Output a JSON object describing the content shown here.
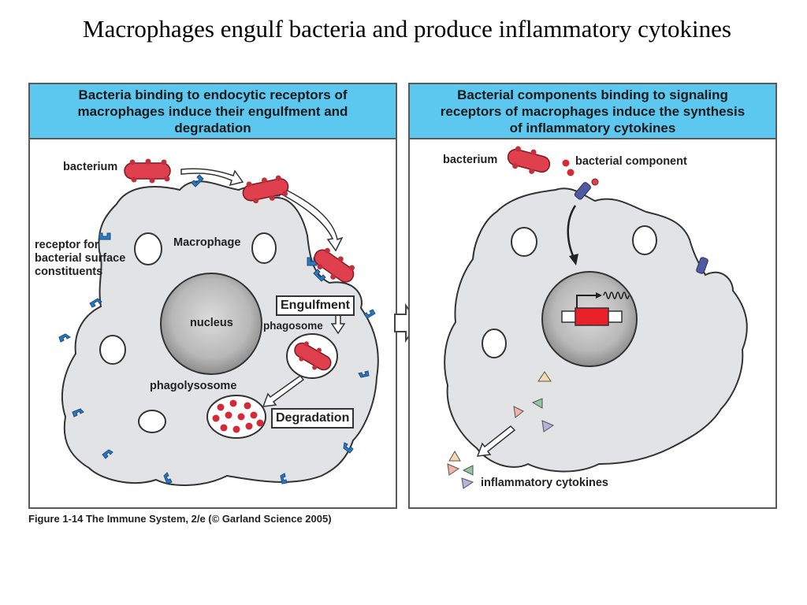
{
  "slide_title": "Macrophages engulf bacteria and produce inflammatory cytokines",
  "left_panel": {
    "header": "Bacteria binding to endocytic receptors of macrophages induce their engulfment and degradation",
    "labels": {
      "bacterium": "bacterium",
      "receptor": "receptor for bacterial surface constituents",
      "macrophage": "Macrophage",
      "nucleus": "nucleus",
      "engulfment": "Engulfment",
      "phagosome": "phagosome",
      "phagolysosome": "phagolysosome",
      "degradation": "Degradation"
    }
  },
  "right_panel": {
    "header": "Bacterial components binding to signaling receptors of macrophages induce the synthesis of inflammatory cytokines",
    "labels": {
      "bacterium": "bacterium",
      "bacterial_component": "bacterial component",
      "inflammatory_cytokines": "inflammatory cytokines"
    }
  },
  "colors": {
    "header_bg": "#5cc8f0",
    "cell_fill": "#e2e3e5",
    "bacterium": "#e0404e",
    "receptor": "#2e78c0",
    "signal_receptor": "#505aa0",
    "gene": "#e8202a"
  },
  "credit": "Figure 1-14 The Immune System, 2/e (© Garland Science 2005)"
}
